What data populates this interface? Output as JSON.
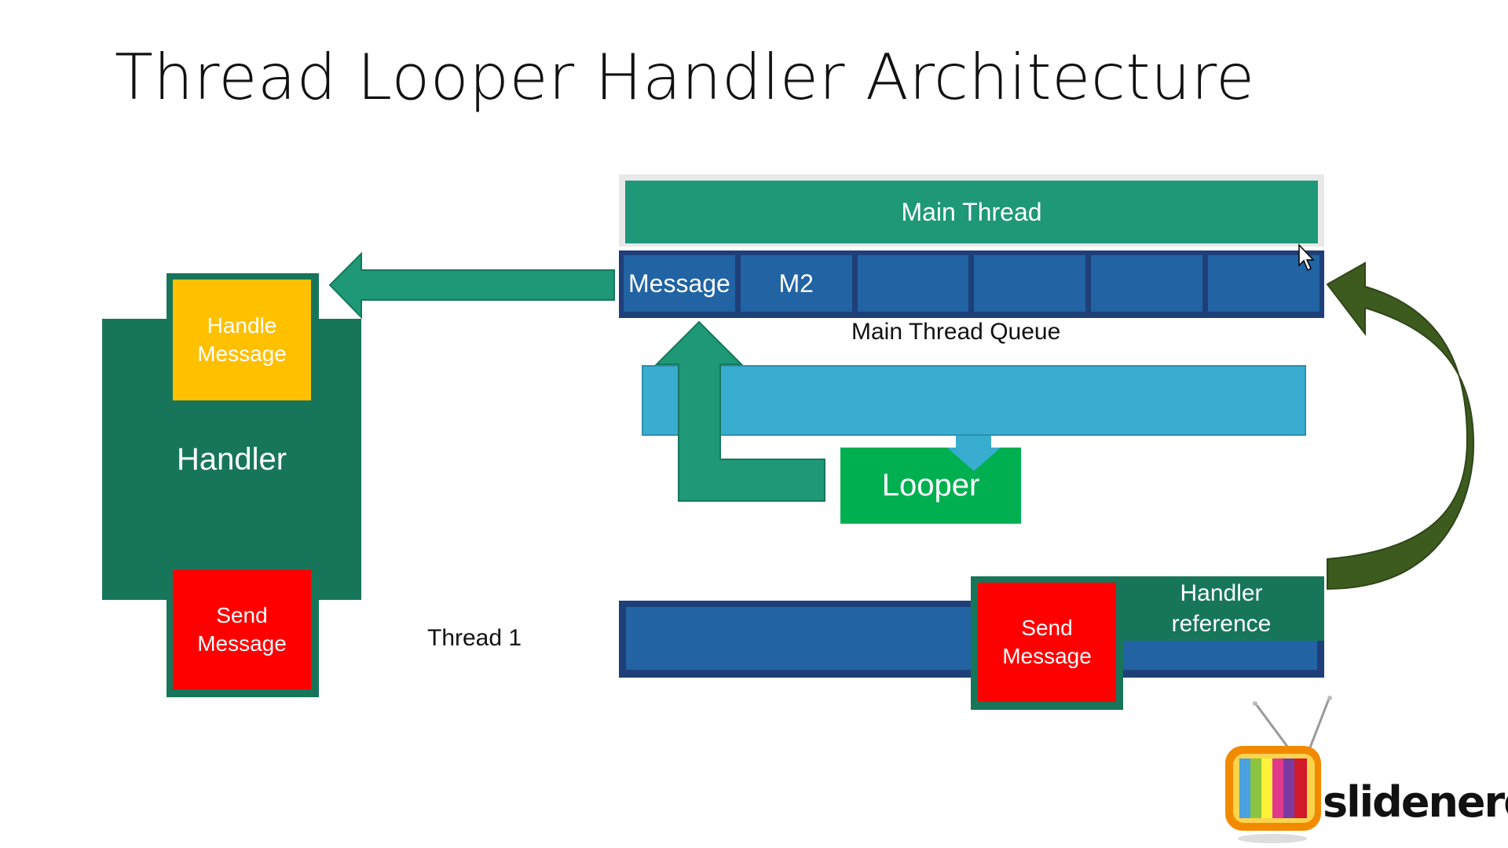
{
  "slide": {
    "title": "Thread Looper Handler Architecture"
  },
  "main_thread": {
    "label": "Main Thread",
    "queue_cells": [
      "Message",
      "M2",
      "",
      "",
      "",
      ""
    ],
    "queue_label": "Main Thread Queue"
  },
  "looper": {
    "label": "Looper"
  },
  "handler": {
    "label": "Handler",
    "handle_message": "Handle Message",
    "send_message": "Send Message"
  },
  "thread1": {
    "label": "Thread 1",
    "send_message": "Send Message",
    "handler_reference": "Handler reference"
  },
  "logo": {
    "text": "slidenerd"
  },
  "colors": {
    "teal": "#1e9877",
    "dark_green": "#17765a",
    "queue_blue": "#2163a3",
    "light_blue": "#38adcf",
    "looper_green": "#00b050",
    "yellow": "#ffc000",
    "red": "#ff0000",
    "olive_arrow": "#3d5a1f"
  }
}
